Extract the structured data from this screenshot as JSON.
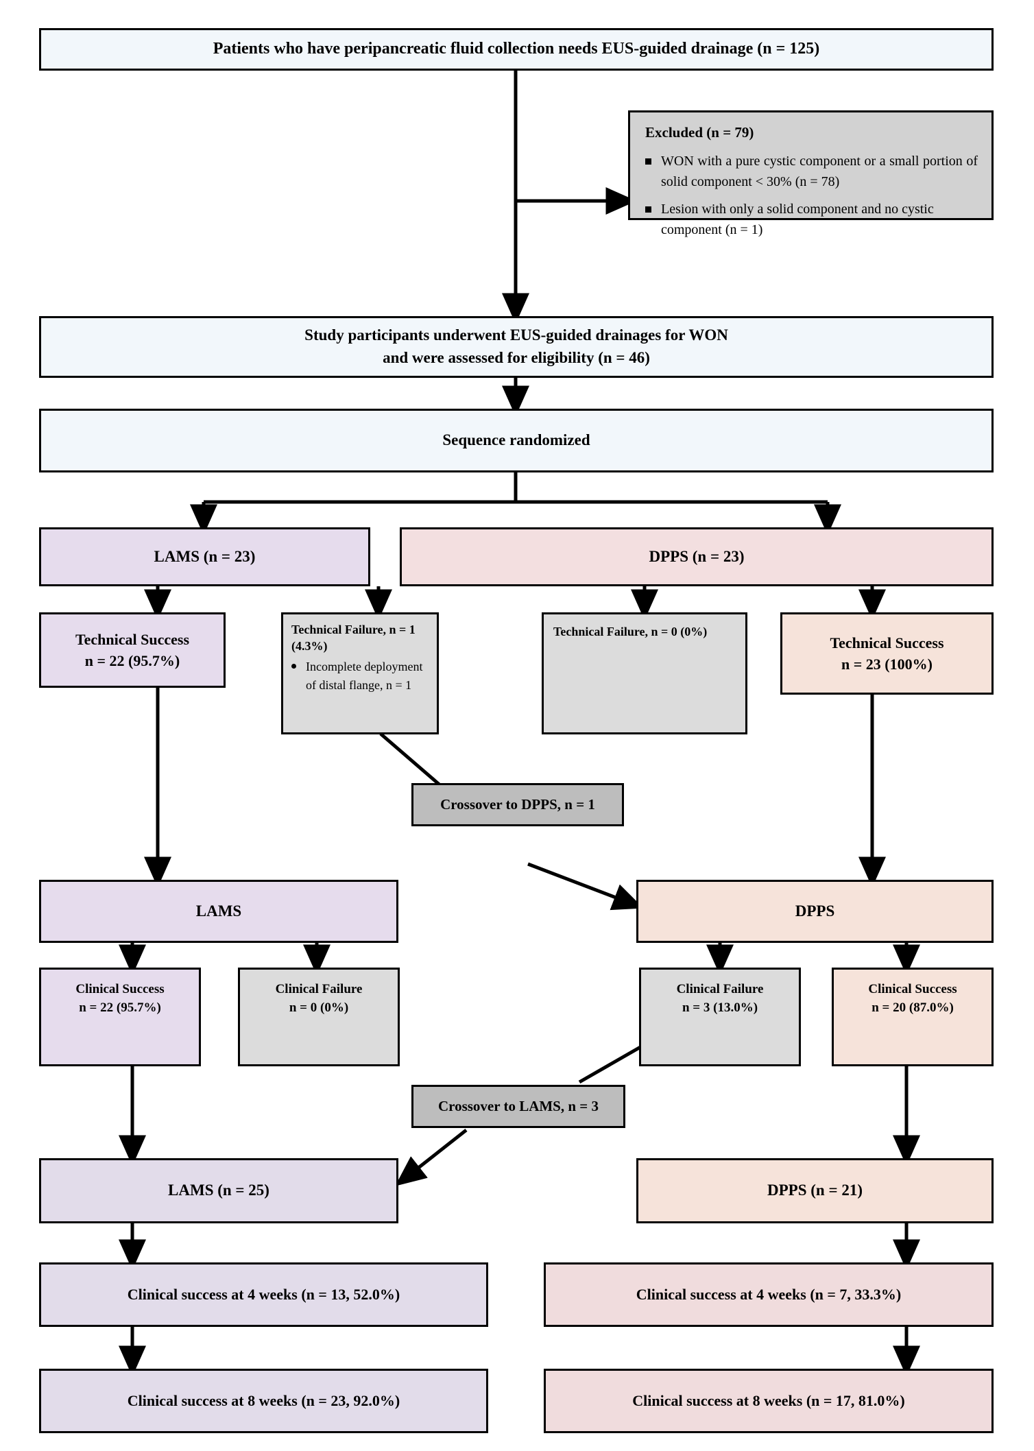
{
  "figure": {
    "type": "consort-flow-diagram",
    "title_box": "Patients who have peripancreatic fluid collection needs EUS-guided drainage (n = 125)",
    "colors": {
      "header_fill": "#f2f7fb",
      "excluded_fill": "#d2d2d2",
      "lams_fill": "#e6dced",
      "dpps_fill": "#f3dfe0",
      "failure_fill": "#dcdcdc",
      "crossover_fill": "#bdbdbd",
      "border": "#000000"
    }
  },
  "excluded": {
    "heading": "Excluded  (n = 79)",
    "items": [
      "WON with a pure cystic component or a small portion of solid component < 30% (n = 78)",
      "Lesion with only a solid component and no cystic component (n = 1)"
    ]
  },
  "eligibility": {
    "line1": "Study participants underwent EUS-guided drainages for WON",
    "line2": "and were assessed for eligibility (n = 46)"
  },
  "randomization": {
    "label": "Sequence randomized"
  },
  "arm_lams": {
    "label": "LAMS (n = 23)",
    "technical_success": {
      "line1": "Technical Success",
      "line2": "n = 22 (95.7%)"
    },
    "technical_failure": {
      "heading": "Technical Failure, n = 1 (4.3%)",
      "detail": "Incomplete deployment of distal flange, n = 1"
    }
  },
  "arm_dpps": {
    "label": "DPPS (n = 23)",
    "technical_failure": {
      "heading": "Technical Failure, n = 0 (0%)"
    },
    "technical_success": {
      "line1": "Technical Success",
      "line2": "n = 23 (100%)"
    }
  },
  "crossover_to_dpps": {
    "label": "Crossover to DPPS, n = 1"
  },
  "crossover_to_lams": {
    "label": "Crossover to LAMS, n = 3"
  },
  "stage2_lams": {
    "label": "LAMS",
    "clinical_success": {
      "line1": "Clinical Success",
      "line2": "n = 22 (95.7%)"
    },
    "clinical_failure": {
      "line1": "Clinical Failure",
      "line2": "n = 0 (0%)"
    }
  },
  "stage2_dpps": {
    "label": "DPPS",
    "clinical_failure": {
      "line1": "Clinical Failure",
      "line2": "n = 3 (13.0%)"
    },
    "clinical_success": {
      "line1": "Clinical Success",
      "line2": "n = 20 (87.0%)"
    }
  },
  "final_lams": {
    "label": "LAMS (n = 25)",
    "week4": "Clinical success at 4 weeks (n = 13, 52.0%)",
    "week8": "Clinical success at 8 weeks (n = 23, 92.0%)"
  },
  "final_dpps": {
    "label": "DPPS (n = 21)",
    "week4": "Clinical success at 4 weeks (n = 7, 33.3%)",
    "week8": "Clinical success at 8 weeks (n = 17, 81.0%)"
  }
}
